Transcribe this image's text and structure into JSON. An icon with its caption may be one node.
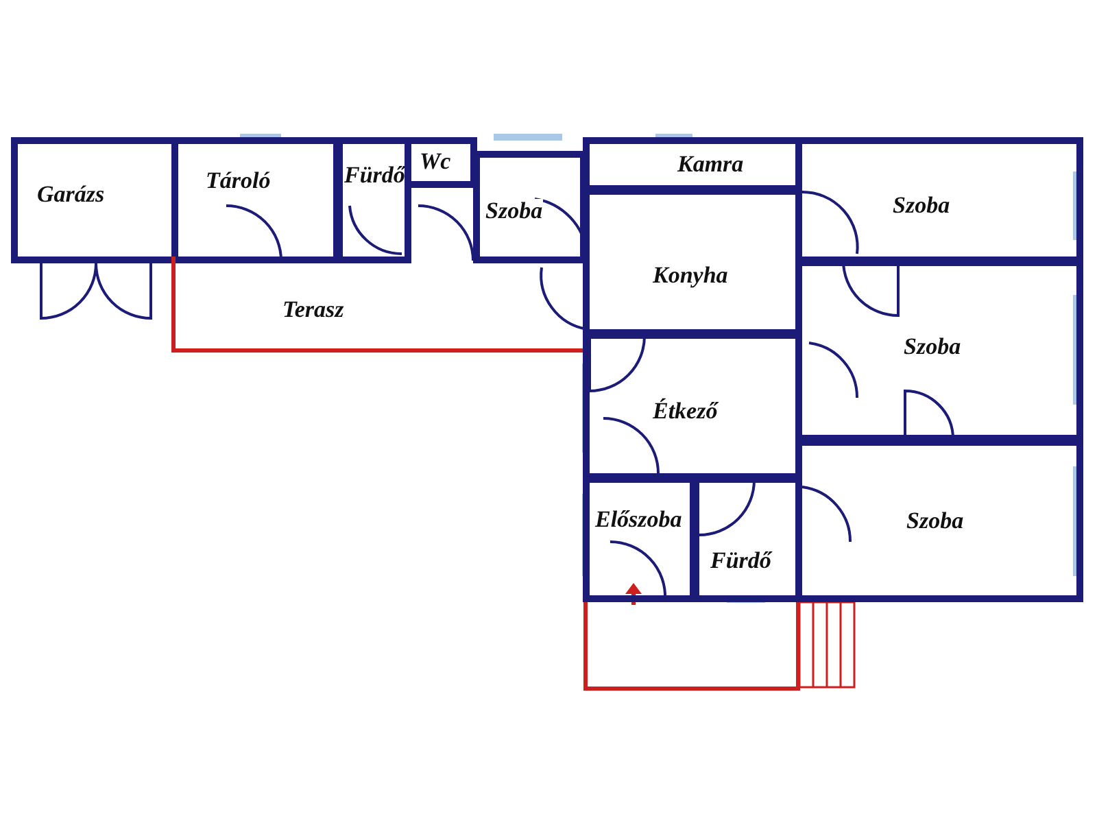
{
  "diagram": {
    "nodes": [
      {
        "text": [
          "Garázs"
        ]
      },
      {
        "text": [
          "Tároló"
        ]
      },
      {
        "text": [
          "Fürdő"
        ]
      },
      {
        "text": [
          "Wc"
        ]
      },
      {
        "text": [
          "Szoba"
        ]
      },
      {
        "text": [
          "Kamra"
        ]
      },
      {
        "text": [
          "Szoba"
        ]
      },
      {
        "text": [
          "Konyha"
        ]
      },
      {
        "text": [
          "Terasz"
        ]
      },
      {
        "text": [
          "Szoba"
        ]
      },
      {
        "text": [
          "Étkező"
        ]
      },
      {
        "text": [
          "Előszoba"
        ]
      },
      {
        "text": [
          "Fürdő"
        ]
      },
      {
        "text": [
          "Szoba"
        ]
      }
    ]
  }
}
